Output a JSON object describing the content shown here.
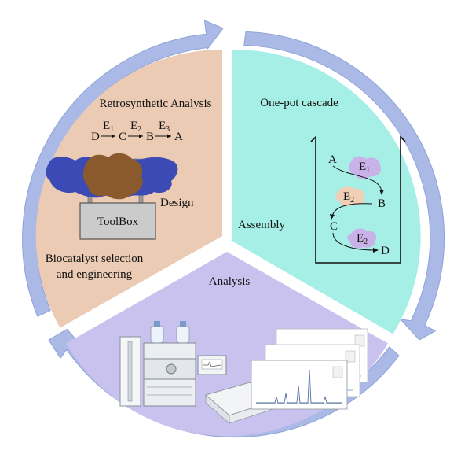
{
  "colors": {
    "ring_arrow": "#aab9e6",
    "ring_arrow_dark": "#8fa3d8",
    "design_sector": "#eccbb4",
    "assembly_sector": "#a6efe6",
    "analysis_sector": "#c9c2ee",
    "enzyme_purple": "#c9b2e8",
    "enzyme_peach": "#efcfb6",
    "protein_blue": "#3b4ab5",
    "protein_brown": "#8a5a2c"
  },
  "design": {
    "title": "Retrosynthetic Analysis",
    "scheme": {
      "species": [
        "D",
        "C",
        "B",
        "A"
      ],
      "enzymes": [
        {
          "base": "E",
          "sub": "1"
        },
        {
          "base": "E",
          "sub": "2"
        },
        {
          "base": "E",
          "sub": "3"
        }
      ]
    },
    "toolbox_label": "ToolBox",
    "design_label": "Design",
    "selection_line1": "Biocatalyst selection",
    "selection_line2": "and engineering"
  },
  "assembly": {
    "title": "One-pot cascade",
    "assembly_label": "Assembly",
    "species": {
      "a": "A",
      "b": "B",
      "c": "C",
      "d": "D"
    },
    "enzymes": [
      {
        "base": "E",
        "sub": "1"
      },
      {
        "base": "E",
        "sub": "2"
      },
      {
        "base": "E",
        "sub": "2"
      }
    ]
  },
  "analysis": {
    "title": "Analysis"
  }
}
